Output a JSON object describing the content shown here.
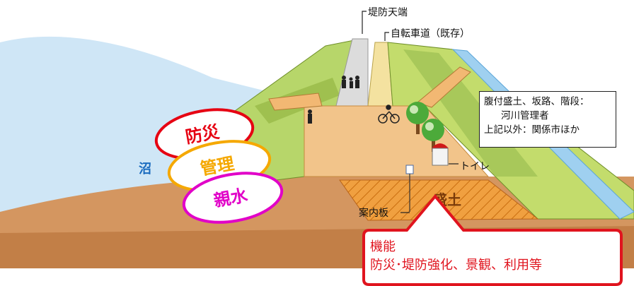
{
  "labels": {
    "crest": "堤防天端",
    "cycle_road": "自転車道（既存）",
    "marsh": "沼",
    "toilet": "トイレ",
    "guide_board": "案内板",
    "embankment": "盛土"
  },
  "bubbles": [
    {
      "text": "防災",
      "color": "#e60012"
    },
    {
      "text": "管理",
      "color": "#f5a800"
    },
    {
      "text": "親水",
      "color": "#e100c8"
    }
  ],
  "info_box": {
    "line1": "腹付盛土、坂路、階段：",
    "line2": "河川管理者",
    "line3": "上記以外：関係市ほか"
  },
  "callout": {
    "title": "機能",
    "body": "防災･堤防強化、景観、利用等",
    "color": "#e0141e"
  },
  "colors": {
    "water": "#cfe6f6",
    "ground": "#c98a52",
    "grass": "#c3dc6c",
    "plaza": "#f2c48a",
    "fill_band": "#f09a3a"
  }
}
